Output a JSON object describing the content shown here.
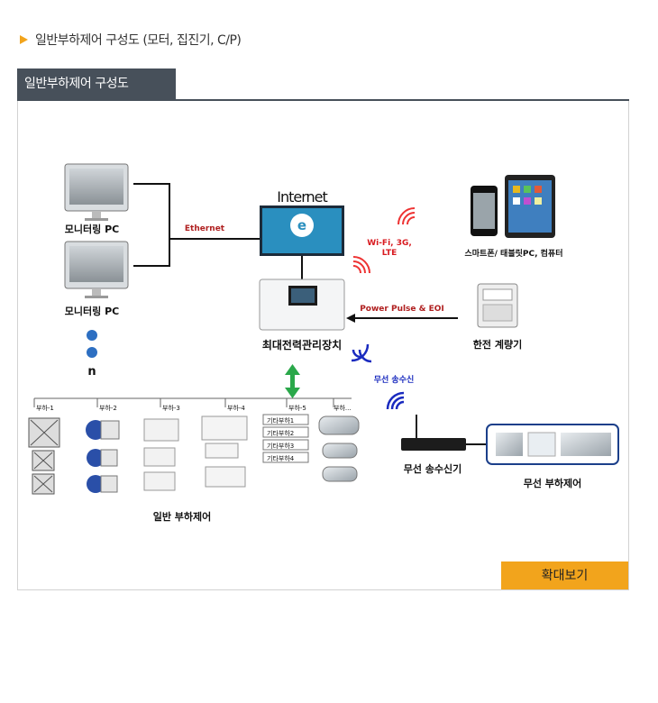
{
  "heading": "일반부하제어 구성도 (모터, 집진기, C/P)",
  "tab_label": "일반부하제어 구성도",
  "zoom_button": "확대보기",
  "diagram": {
    "monitor_pc_1": "모니터링 PC",
    "monitor_pc_2": "모니터링 PC",
    "monitor_n": "n",
    "ethernet": "Ethernet",
    "internet": "Internet",
    "wifi_line1": "Wi-Fi, 3G,",
    "wifi_line2": "LTE",
    "devices": "스마트폰/ 태블릿PC, 컴퓨터",
    "power_pulse": "Power Pulse & EOI",
    "meter": "한전 계량기",
    "max_power": "최대전력관리장치",
    "wireless_tx": "무선 송수신",
    "wireless_receiver": "무선 송수신기",
    "wireless_load": "무선 부하제어",
    "general_load": "일반 부하제어",
    "loads": [
      "부하-1",
      "부하-2",
      "부하-3",
      "부하-4",
      "부하-5",
      "부하..."
    ],
    "other_loads": [
      "기타부하1",
      "기타부하2",
      "기타부하3",
      "기타부하4"
    ]
  },
  "colors": {
    "accent": "#f2a41c",
    "tab_bg": "#47505a",
    "ethernet_text": "#b02020",
    "wifi_text": "#d8191f",
    "wireless_text": "#1a2bbf",
    "arrow_green": "#2aa84a"
  }
}
